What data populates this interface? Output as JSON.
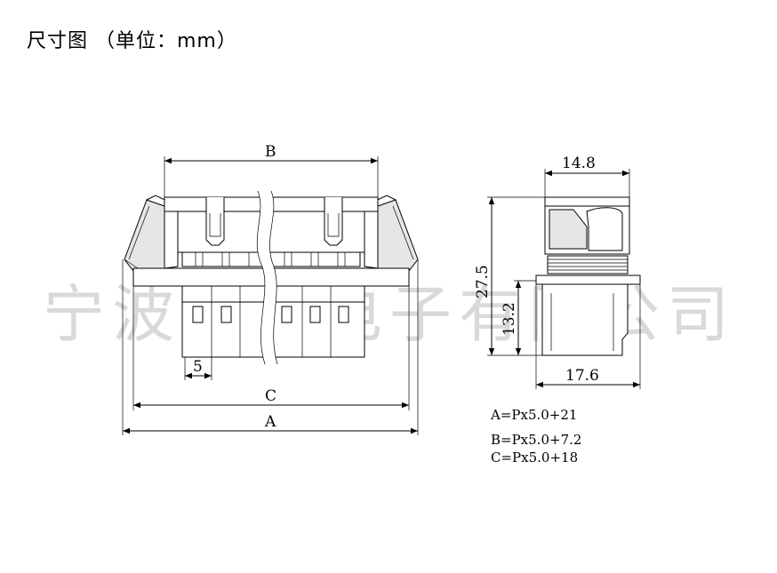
{
  "title": "尺寸图 （单位：mm）",
  "watermark": "宁波速普电子有限公司",
  "dimensions": {
    "B": "B",
    "C": "C",
    "A": "A",
    "pitch": "5",
    "width_top": "14.8",
    "height_total": "27.5",
    "height_lower": "13.2",
    "width_bottom": "17.6"
  },
  "formulas": [
    "A=Px5.0+21",
    "B=Px5.0+7.2",
    "C=Px5.0+18"
  ]
}
